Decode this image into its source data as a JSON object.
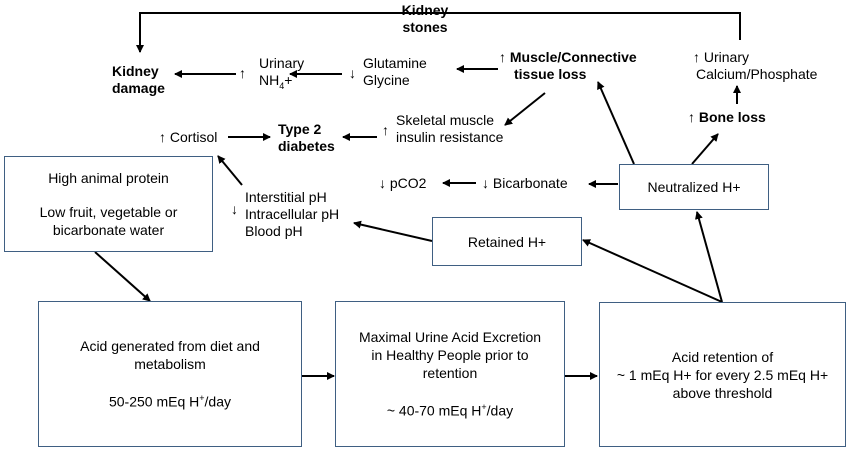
{
  "boxes": {
    "high_animal_protein": {
      "line1": "High animal protein",
      "line2": "Low fruit, vegetable or",
      "line3": "bicarbonate water"
    },
    "acid_generated": {
      "line1": "Acid generated from diet and",
      "line2": "metabolism",
      "line3_pre": "50-250 mEq H",
      "line3_sup": "+",
      "line3_post": "/day"
    },
    "maximal_excretion": {
      "line1": "Maximal Urine Acid Excretion",
      "line2": "in Healthy People prior to",
      "line3": "retention",
      "line4_pre": "~ 40-70 mEq H",
      "line4_sup": "+",
      "line4_post": "/day"
    },
    "acid_retention": {
      "line1": "Acid retention of",
      "line2": "~ 1 mEq H+ for every 2.5 mEq H+",
      "line3": "above threshold"
    },
    "retained_h": {
      "label": "Retained H+"
    },
    "neutralized_h": {
      "label": "Neutralized H+"
    }
  },
  "labels": {
    "kidney_stones_1": "Kidney",
    "kidney_stones_2": "stones",
    "kidney_damage_1": "Kidney",
    "kidney_damage_2": "damage",
    "urinary_nh4_1": "Urinary",
    "urinary_nh4_2_pre": "NH",
    "urinary_nh4_2_sub": "4",
    "urinary_nh4_2_post": "+",
    "glutamine": "Glutamine",
    "glycine": "Glycine",
    "muscle_loss_1": "Muscle/Connective",
    "muscle_loss_2": "tissue loss",
    "urinary_calcium_1": "Urinary",
    "urinary_calcium_2": "Calcium/Phosphate",
    "bone_loss": "Bone loss",
    "cortisol": "Cortisol",
    "type2_1": "Type 2",
    "type2_2": "diabetes",
    "skeletal_1": "Skeletal muscle",
    "skeletal_2": "insulin resistance",
    "pco2": "pCO2",
    "bicarbonate": "Bicarbonate",
    "interstitial_ph": "Interstitial pH",
    "intracellular_ph": "Intracellular pH",
    "blood_ph": "Blood pH"
  },
  "glyphs": {
    "up_arrow": "↑",
    "down_arrow": "↓"
  },
  "colors": {
    "box_border": "#3f5f82",
    "text": "#000000"
  }
}
